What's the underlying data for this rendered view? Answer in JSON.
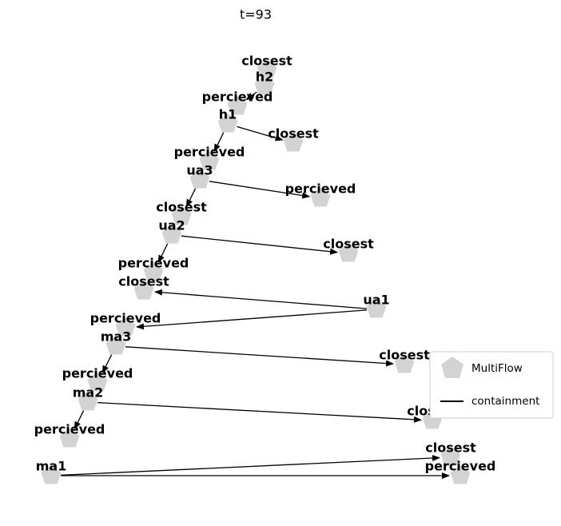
{
  "title": "t=93",
  "colors": {
    "node": "#d3d3d3",
    "edge": "#000000"
  },
  "nodes": [
    {
      "id": "closest_h2",
      "label": "closest"
    },
    {
      "id": "h2",
      "label": "h2"
    },
    {
      "id": "percieved_h1",
      "label": "percieved"
    },
    {
      "id": "h1",
      "label": "h1"
    },
    {
      "id": "closest_h1",
      "label": "closest"
    },
    {
      "id": "percieved_ua3",
      "label": "percieved"
    },
    {
      "id": "ua3",
      "label": "ua3"
    },
    {
      "id": "percieved_ua3r",
      "label": "percieved"
    },
    {
      "id": "closest_ua2",
      "label": "closest"
    },
    {
      "id": "ua2",
      "label": "ua2"
    },
    {
      "id": "closest_ua2r",
      "label": "closest"
    },
    {
      "id": "percieved_closest",
      "label": "percieved"
    },
    {
      "id": "closest_mid",
      "label": "closest"
    },
    {
      "id": "ua1",
      "label": "ua1"
    },
    {
      "id": "percieved_ma3",
      "label": "percieved"
    },
    {
      "id": "ma3",
      "label": "ma3"
    },
    {
      "id": "closest_ma3r",
      "label": "closest"
    },
    {
      "id": "percieved_ma2",
      "label": "percieved"
    },
    {
      "id": "ma2",
      "label": "ma2"
    },
    {
      "id": "closest_ma2r",
      "label": "closest"
    },
    {
      "id": "percieved_ma1",
      "label": "percieved"
    },
    {
      "id": "ma1",
      "label": "ma1"
    },
    {
      "id": "closest_ma1r",
      "label": "closest"
    },
    {
      "id": "percieved_ma1r",
      "label": "percieved"
    }
  ],
  "edges": [
    {
      "from": "h2",
      "to": "percieved_h1"
    },
    {
      "from": "h1",
      "to": "percieved_ua3"
    },
    {
      "from": "h1",
      "to": "closest_h1"
    },
    {
      "from": "ua3",
      "to": "closest_ua2"
    },
    {
      "from": "ua3",
      "to": "percieved_ua3r"
    },
    {
      "from": "ua2",
      "to": "percieved_closest"
    },
    {
      "from": "ua2",
      "to": "closest_ua2r"
    },
    {
      "from": "ua1",
      "to": "closest_mid"
    },
    {
      "from": "ua1",
      "to": "percieved_ma3"
    },
    {
      "from": "ma3",
      "to": "percieved_ma2"
    },
    {
      "from": "ma3",
      "to": "closest_ma3r"
    },
    {
      "from": "ma2",
      "to": "percieved_ma1"
    },
    {
      "from": "ma2",
      "to": "closest_ma2r"
    },
    {
      "from": "ma1",
      "to": "closest_ma1r"
    },
    {
      "from": "ma1",
      "to": "percieved_ma1r"
    }
  ],
  "legend": {
    "node_label": "MultiFlow",
    "edge_label": "containment"
  }
}
